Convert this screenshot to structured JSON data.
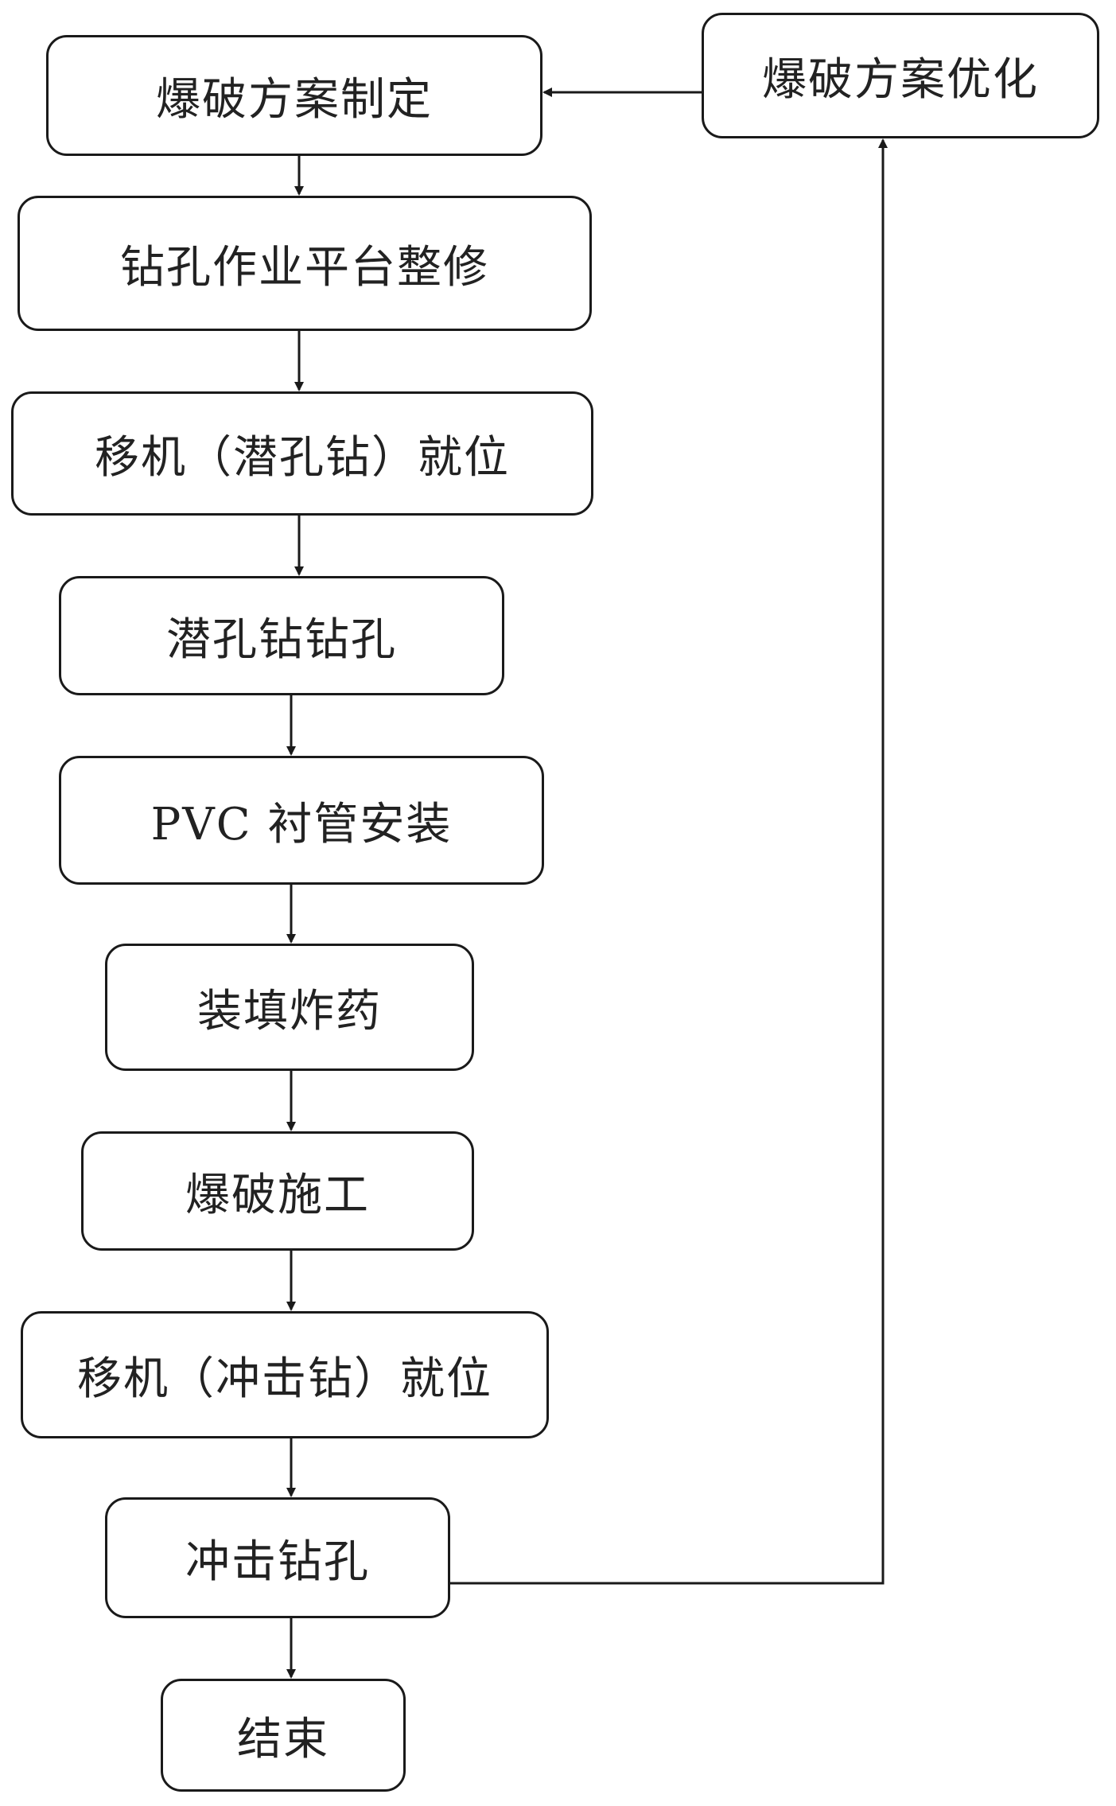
{
  "nodes": {
    "plan": "爆破方案制定",
    "optimize": "爆破方案优化",
    "platform": "钻孔作业平台整修",
    "move_dth": "移机（潜孔钻）就位",
    "dth_drill": "潜孔钻钻孔",
    "pvc": "PVC 衬管安装",
    "charge": "装填炸药",
    "blast": "爆破施工",
    "move_impact": "移机（冲击钻）就位",
    "impact_drill": "冲击钻孔",
    "end": "结束"
  },
  "colors": {
    "stroke": "#1a1a1a",
    "text": "#222222",
    "background": "#ffffff"
  }
}
